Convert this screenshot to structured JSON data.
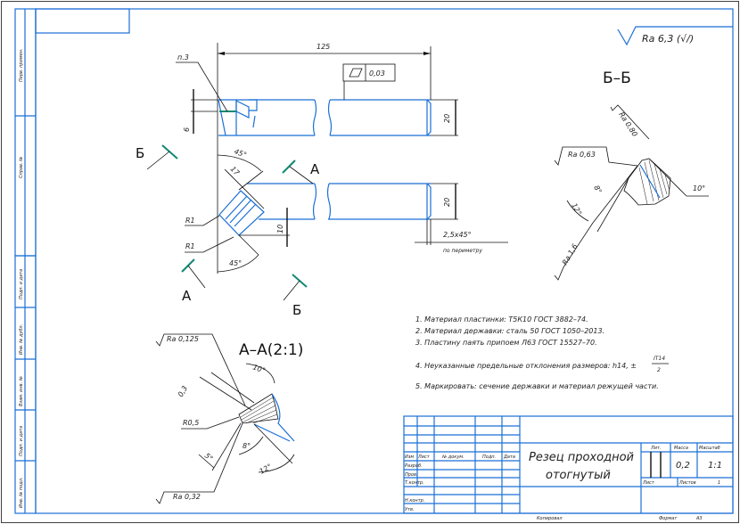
{
  "colors": {
    "frame": "#1b6fd6",
    "lines": "#111111",
    "section_marks": "#0f8a73"
  },
  "roughness_general": "Ra 6,3 (√/)",
  "main_view": {
    "dim_length": "125",
    "dim_n3": "п.3",
    "flatness_value": "0,03",
    "flatness_icon": "flatness-icon",
    "dim_6": "6",
    "dim_height_top": "20",
    "dim_height_bottom": "20",
    "dim_17": "17",
    "dim_10": "10",
    "angle_top": "45°",
    "angle_bottom": "45°",
    "radius_1": "R1",
    "radius_2": "R1",
    "chamfer": "2,5х45°",
    "chamfer_note": "по периметру",
    "section_marks": {
      "b_top": "Б",
      "a_top": "А",
      "a_bottom": "А",
      "b_bottom": "Б"
    }
  },
  "section_aa": {
    "title": "А–А(2:1)",
    "ra_top": "Ra 0,125",
    "ra_bottom": "Ra 0,32",
    "dim_03": "0,3",
    "r05": "R0,5",
    "angle_10": "10°",
    "angle_5": "5°",
    "angle_8": "8°",
    "angle_12": "12°"
  },
  "section_bb": {
    "title": "Б–Б",
    "ra_080": "Ra 0,80",
    "ra_063": "Ra 0,63",
    "ra_16": "Ra 1,6",
    "angle_10": "10°",
    "angle_8": "8°",
    "angle_12": "12°"
  },
  "notes": [
    "1. Материал пластинки: Т5К10 ГОСТ 3882–74.",
    "2. Материал державки: сталь 50 ГОСТ 1050–2013.",
    "3. Пластину паять припоем Л63 ГОСТ 15527–70.",
    "4. Неуказанные предельные отклонения размеров: h14, ±",
    "5. Маркировать: сечение державки и материал режущей части."
  ],
  "note4_fraction": {
    "numerator": "IT14",
    "denominator": "2"
  },
  "title_block": {
    "name_line1": "Резец проходной",
    "name_line2": "отогнутый",
    "headers": [
      "Изм",
      "Лист",
      "№ докум.",
      "Подп.",
      "Дата"
    ],
    "roles": [
      "Разраб.",
      "Пров.",
      "Т.контр.",
      "Н.контр.",
      "Утв."
    ],
    "lit_label": "Лит.",
    "mass_label": "Масса",
    "scale_label": "Масштаб",
    "mass": "0,2",
    "scale": "1:1",
    "sheet_label": "Лист",
    "sheets_label": "Листов",
    "sheets": "1"
  },
  "side_strip": [
    "Перв. примен.",
    "Справ. №",
    "Подп. и дата",
    "Инв. № дубл.",
    "Взам. инв. №",
    "Подп. и дата",
    "Инв. № подл."
  ],
  "footer": {
    "copied": "Копировал",
    "format_label": "Формат",
    "format": "А3"
  }
}
